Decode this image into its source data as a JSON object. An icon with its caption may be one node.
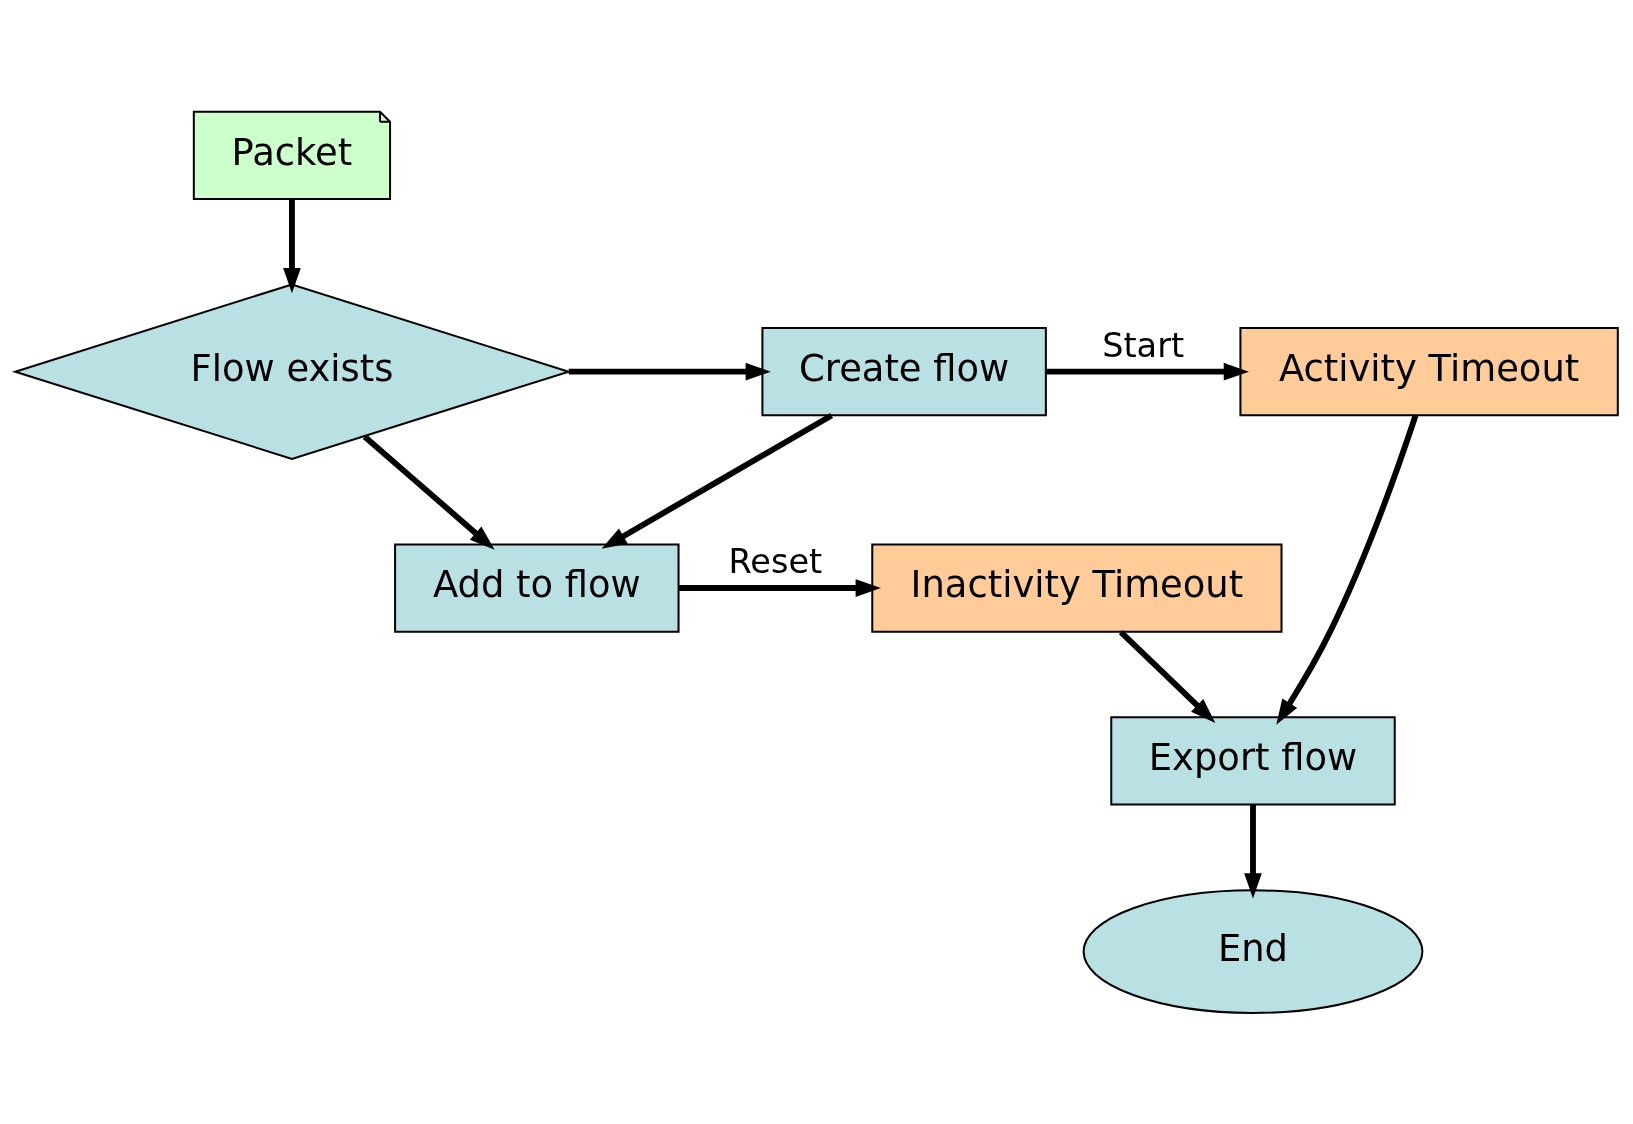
{
  "diagram": {
    "nodes": [
      {
        "text": [
          "Packet"
        ]
      },
      {
        "text": [
          "Flow exists"
        ]
      },
      {
        "text": [
          "Create flow"
        ]
      },
      {
        "text": [
          "Activity Timeout"
        ]
      },
      {
        "text": [
          "Add to flow"
        ]
      },
      {
        "text": [
          "Inactivity Timeout"
        ]
      },
      {
        "text": [
          "Export flow"
        ]
      },
      {
        "text": [
          "End"
        ]
      }
    ],
    "edges": [
      {
        "from": 0,
        "to": 1,
        "arrow": "to"
      },
      {
        "from": 1,
        "to": 2,
        "arrow": "to"
      },
      {
        "from": 2,
        "to": 3,
        "arrow": "to",
        "label": "Start"
      },
      {
        "from": 1,
        "to": 4,
        "arrow": "to"
      },
      {
        "from": 2,
        "to": 4,
        "arrow": "to"
      },
      {
        "from": 4,
        "to": 5,
        "arrow": "to",
        "label": "Reset"
      },
      {
        "from": 5,
        "to": 6,
        "arrow": "to"
      },
      {
        "from": 3,
        "to": 6,
        "arrow": "to"
      },
      {
        "from": 6,
        "to": 7,
        "arrow": "to"
      }
    ]
  }
}
